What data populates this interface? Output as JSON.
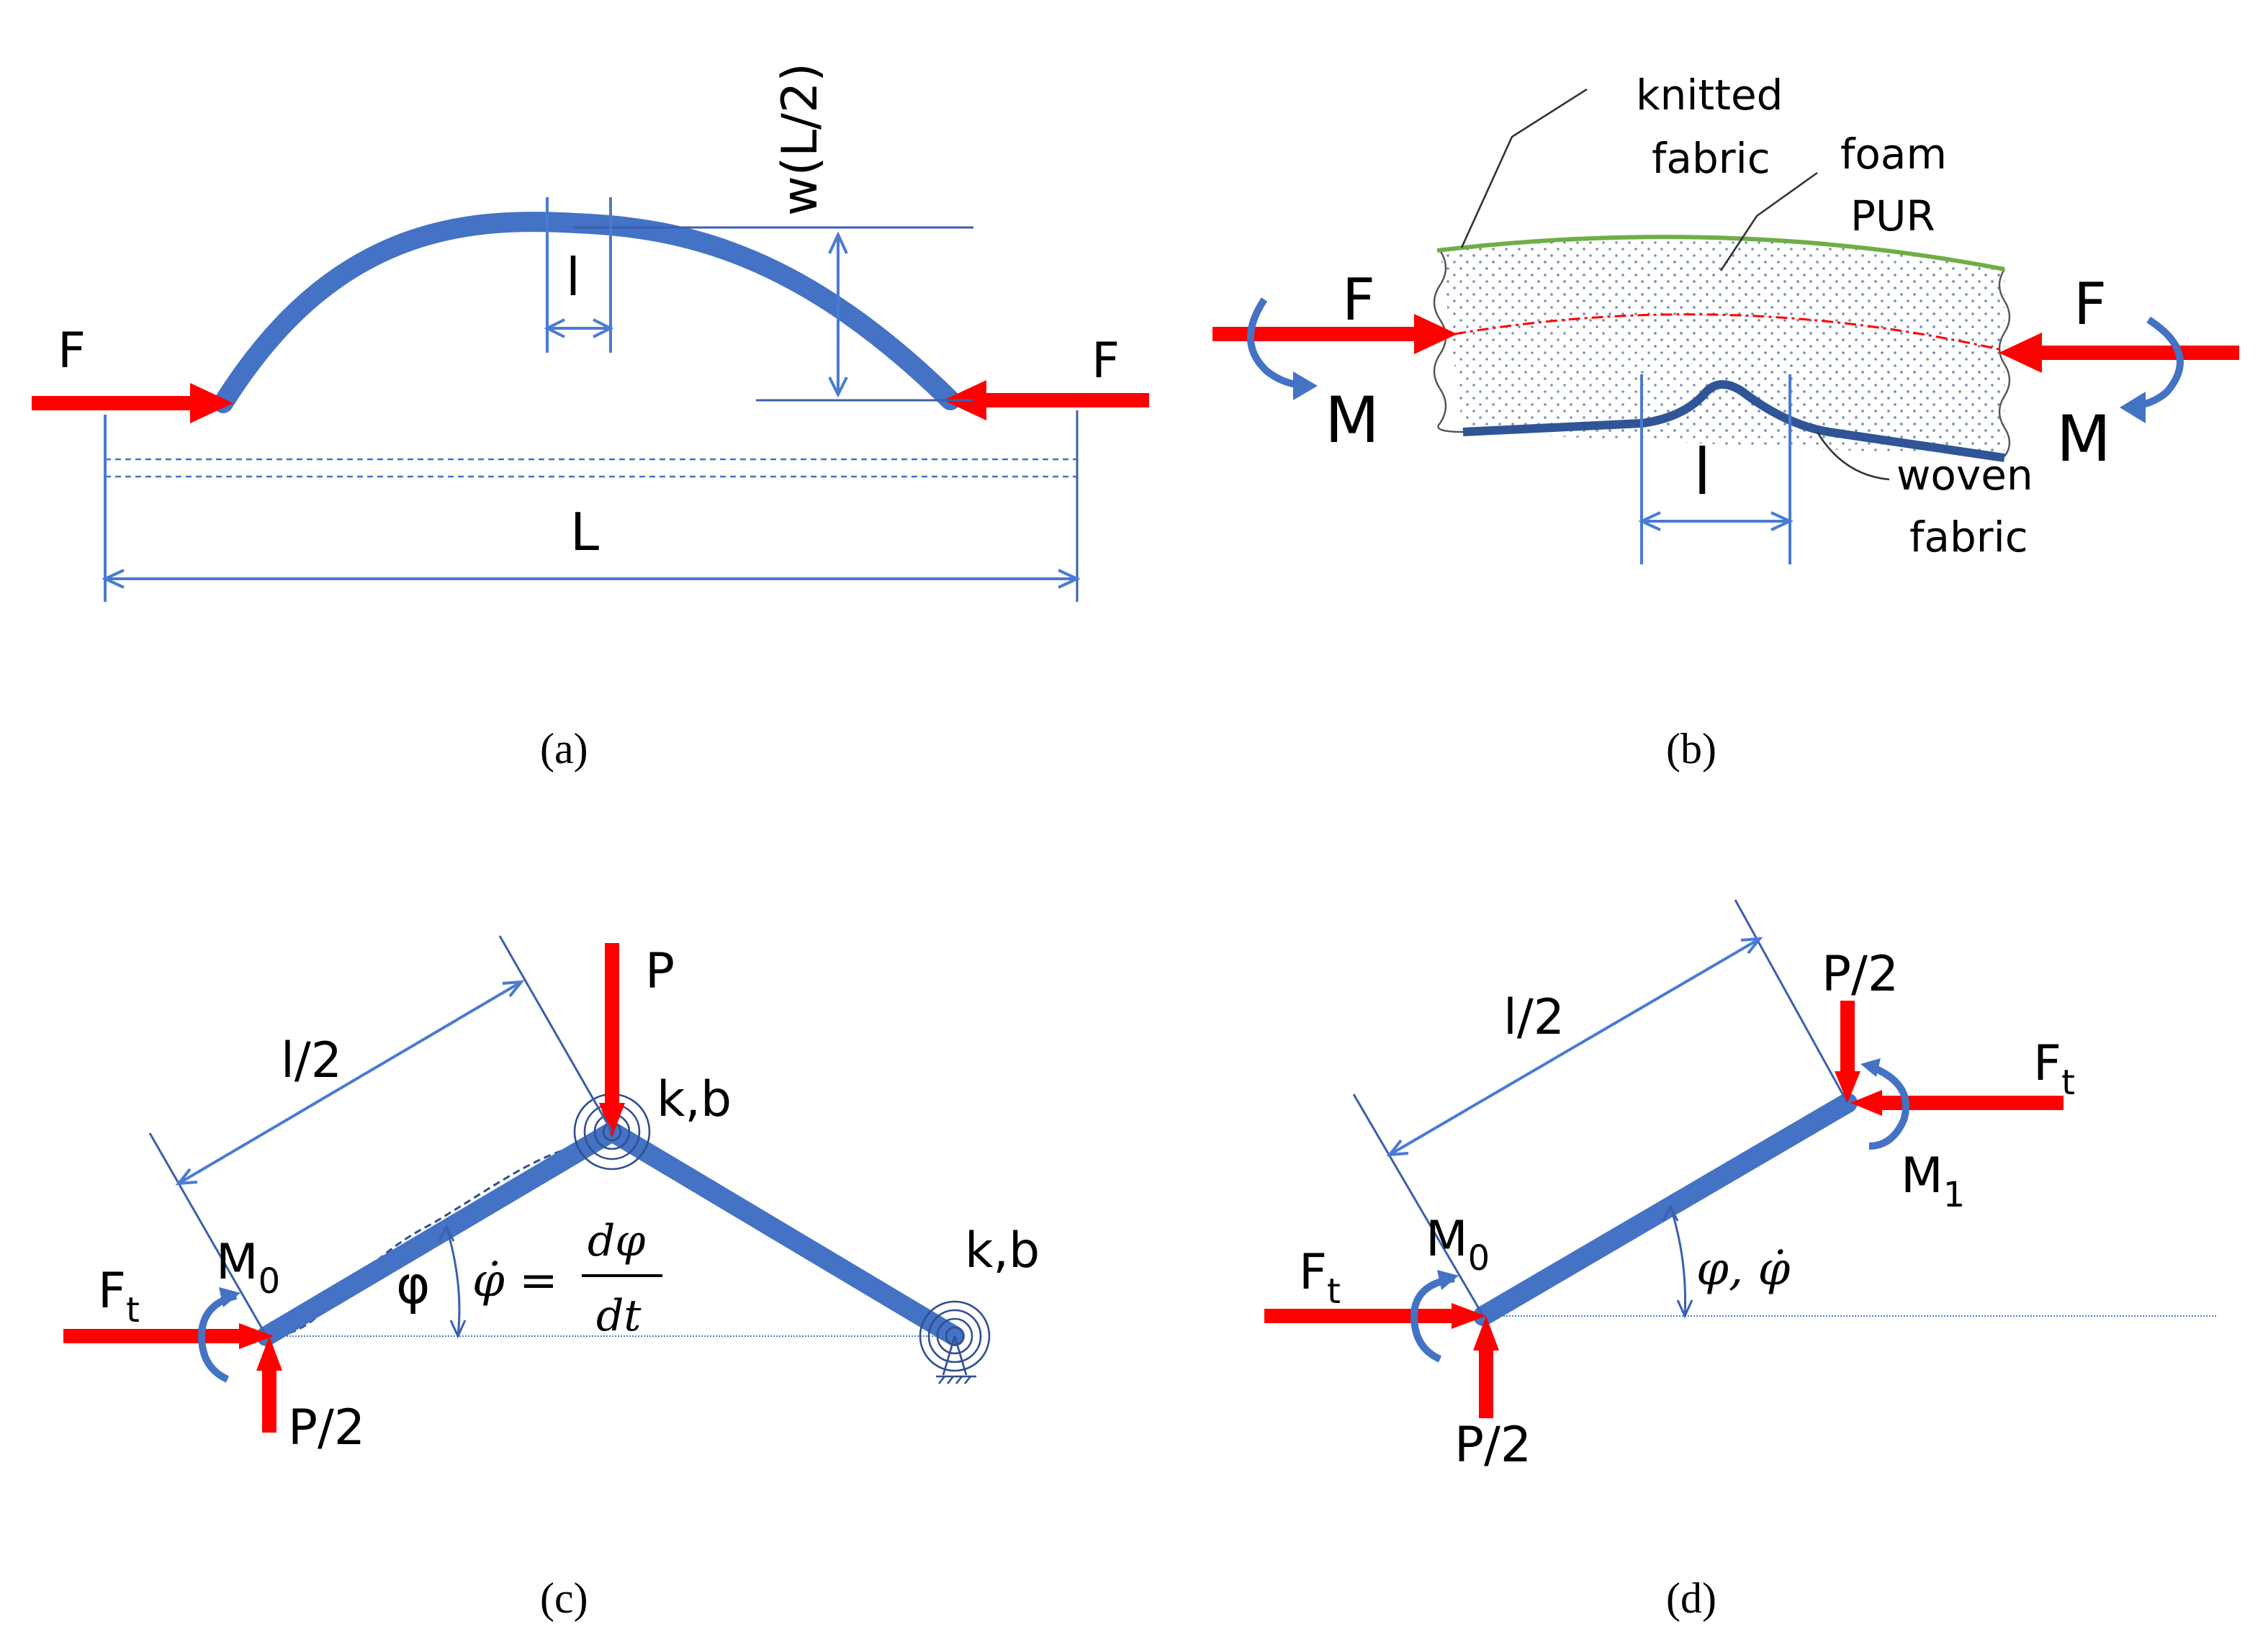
{
  "colors": {
    "beam": "#4472c4",
    "force": "#ff0000",
    "knitted": "#70ad47",
    "neutral": "#ff0000",
    "dim": "#4a7bd1"
  },
  "panel_a": {
    "caption": "(a)",
    "force_left": "F",
    "force_right": "F",
    "deflection_label": "w(L/2)",
    "buckle_width": "l",
    "length_label": "L"
  },
  "panel_b": {
    "caption": "(b)",
    "knitted_label_1": "knitted",
    "knitted_label_2": "fabric",
    "foam_label_1": "foam",
    "foam_label_2": "PUR",
    "force_left": "F",
    "force_right": "F",
    "moment_left": "M",
    "moment_right": "M",
    "woven_label_1": "woven",
    "woven_label_2": "fabric",
    "buckle_width": "l"
  },
  "panel_c": {
    "caption": "(c)",
    "load_top": "P",
    "half_length": "l/2",
    "spring_top": "k,b",
    "spring_right": "k,b",
    "moment_label": "M",
    "moment_sub": "0",
    "force_label": "F",
    "force_sub": "t",
    "angle": "φ",
    "rate_lhs": "φ̇ =",
    "rate_num": "dφ",
    "rate_den": "dt",
    "reaction": "P/2"
  },
  "panel_d": {
    "caption": "(d)",
    "half_length": "l/2",
    "load_top": "P/2",
    "force_right_label": "F",
    "force_right_sub": "t",
    "moment_right_label": "M",
    "moment_right_sub": "1",
    "moment_left_label": "M",
    "moment_left_sub": "0",
    "force_left_label": "F",
    "force_left_sub": "t",
    "angle": "φ, φ̇",
    "reaction": "P/2"
  }
}
